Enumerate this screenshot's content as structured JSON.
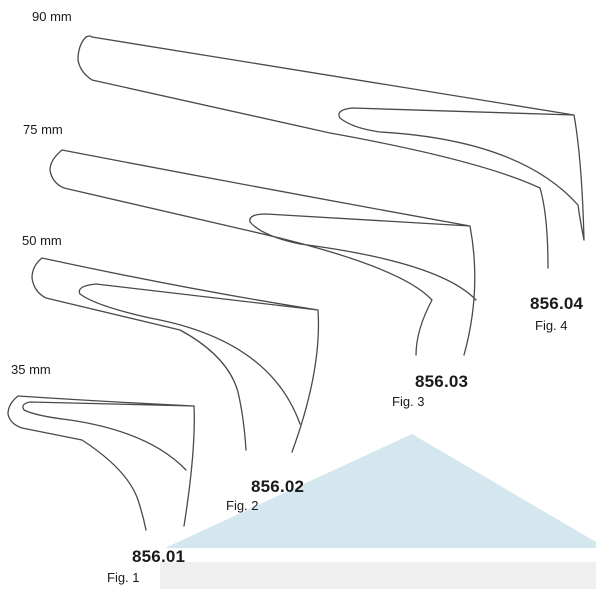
{
  "instruments": [
    {
      "size": "90 mm",
      "code": "856.04",
      "fig": "Fig. 4"
    },
    {
      "size": "75 mm",
      "code": "856.03",
      "fig": "Fig. 3"
    },
    {
      "size": "50 mm",
      "code": "856.02",
      "fig": "Fig. 2"
    },
    {
      "size": "35 mm",
      "code": "856.01",
      "fig": "Fig. 1"
    }
  ],
  "colors": {
    "outline": "#4a4a4a",
    "text": "#1a1a1a",
    "watermark": "#d4e7ef",
    "footer_band": "#efefef"
  }
}
